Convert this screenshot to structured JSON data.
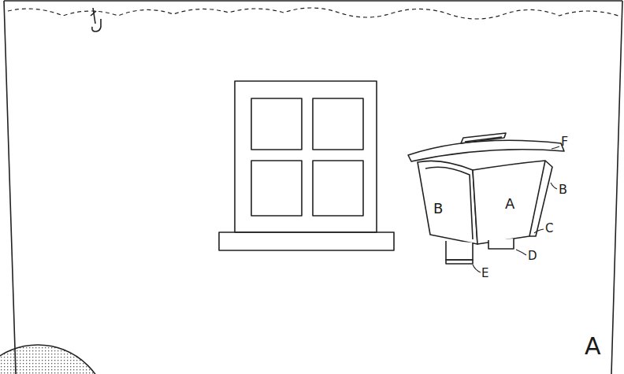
{
  "diagram": {
    "labels": [
      "F",
      "B",
      "A",
      "B",
      "C",
      "D",
      "E",
      "A"
    ]
  }
}
